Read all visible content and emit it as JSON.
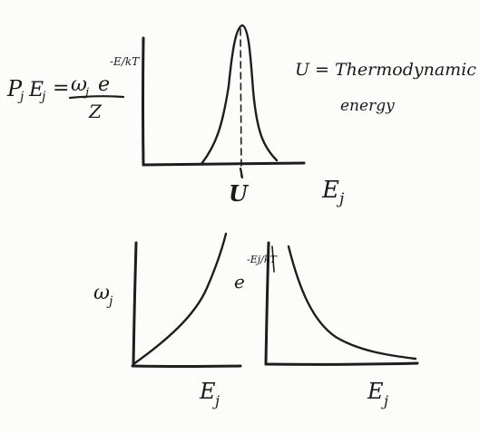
{
  "formula": {
    "lhs": "P",
    "lhs_sub": "j",
    "lhs_arg": "E",
    "lhs_arg_sub": "j",
    "equals": "=",
    "numer": "ω",
    "numer_sub": "j",
    "numer_exp_base": "e",
    "exponent": "-E/kT",
    "denominator": "Z"
  },
  "definition": {
    "line1": "U = Thermodynamic",
    "line2": "energy"
  },
  "top_plot": {
    "peak_label": "U",
    "x_label": "E",
    "x_label_sub": "j"
  },
  "bottom_left_plot": {
    "y_label": "ω",
    "y_label_sub": "j",
    "x_label": "E",
    "x_label_sub": "j"
  },
  "bottom_right_plot": {
    "y_label_base": "e",
    "y_label_exp": "-Ej/kT",
    "x_label": "E",
    "x_label_sub": "j"
  },
  "colors": {
    "ink": "#1d1d1d",
    "paper": "#fcfcfb"
  }
}
